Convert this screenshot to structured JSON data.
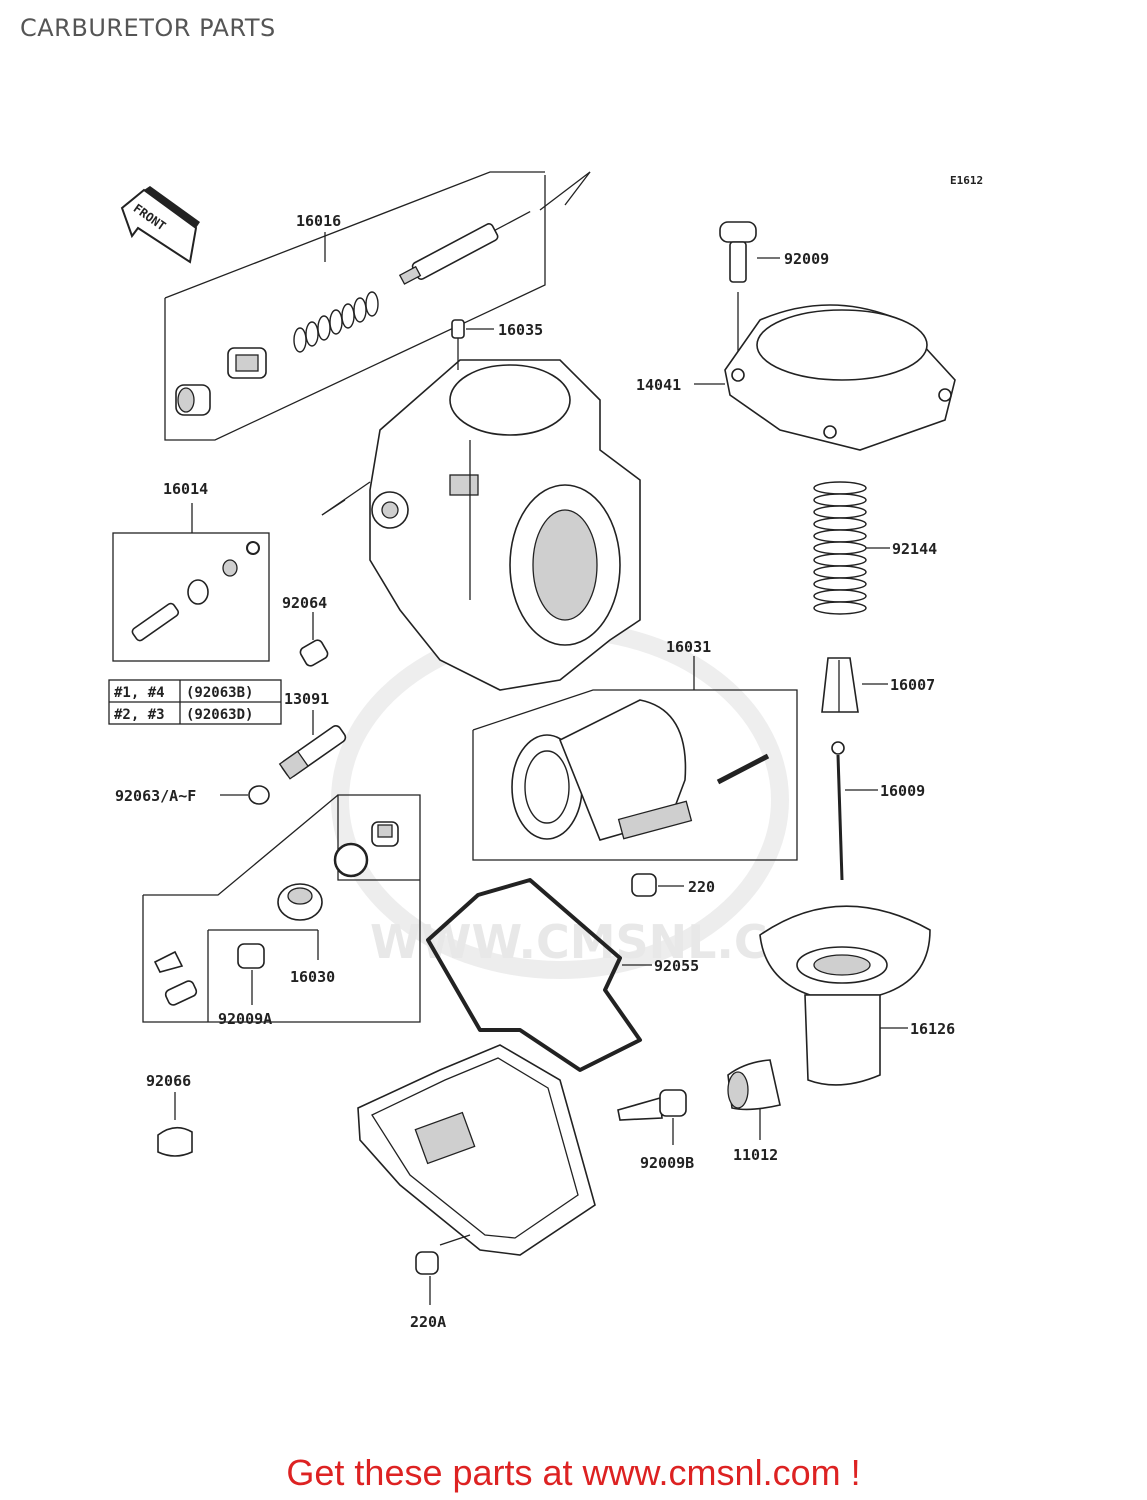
{
  "title": "CARBURETOR PARTS",
  "diagram_code": "E1612",
  "front_label": "FRONT",
  "watermark": "WWW.CMSNL.COM",
  "parts": {
    "p16016": "16016",
    "p16035": "16035",
    "p92009": "92009",
    "p14041": "14041",
    "p16014": "16014",
    "p92144": "92144",
    "p92064": "92064",
    "p16031": "16031",
    "p13091": "13091",
    "p16007": "16007",
    "p92063": "92063/A~F",
    "p16009": "16009",
    "p220": "220",
    "p92055": "92055",
    "p16030": "16030",
    "p92009A": "92009A",
    "p16126": "16126",
    "p92066": "92066",
    "p92009B": "92009B",
    "p11012": "11012",
    "p220A": "220A"
  },
  "table": [
    {
      "cyl": "#1, #4",
      "part": "(92063B)"
    },
    {
      "cyl": "#2, #3",
      "part": "(92063D)"
    }
  ],
  "footer": "Get these parts at www.cmsnl.com !"
}
